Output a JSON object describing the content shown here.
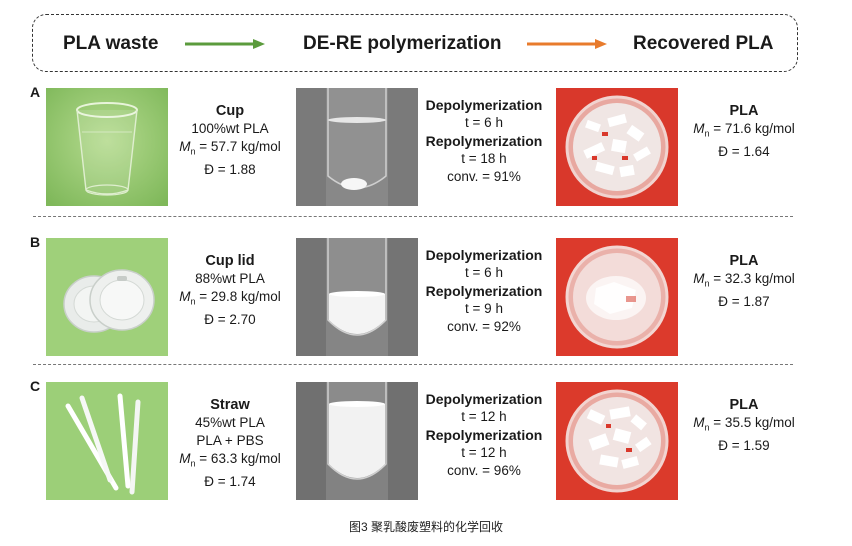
{
  "header": {
    "step1": "PLA waste",
    "step2": "DE-RE polymerization",
    "step3": "Recovered PLA",
    "arrow1_color": "#5b9b3c",
    "arrow2_color": "#e87b2c"
  },
  "rows": [
    {
      "letter": "A",
      "waste": {
        "title": "Cup",
        "composition": "100%wt PLA",
        "extra": "",
        "mn": "= 57.7 kg/mol",
        "d": "Đ = 1.88"
      },
      "process": {
        "depoly_label": "Depolymerization",
        "depoly_time": "t = 6 h",
        "repoly_label": "Repolymerization",
        "repoly_time": "t = 18 h",
        "conv": "conv. = 91%"
      },
      "product": {
        "title": "PLA",
        "mn": "= 71.6 kg/mol",
        "d": "Đ = 1.64"
      }
    },
    {
      "letter": "B",
      "waste": {
        "title": "Cup lid",
        "composition": "88%wt PLA",
        "extra": "",
        "mn": "= 29.8 kg/mol",
        "d": "Đ = 2.70"
      },
      "process": {
        "depoly_label": "Depolymerization",
        "depoly_time": "t = 6 h",
        "repoly_label": "Repolymerization",
        "repoly_time": "t = 9 h",
        "conv": "conv. = 92%"
      },
      "product": {
        "title": "PLA",
        "mn": "= 32.3 kg/mol",
        "d": "Đ = 1.87"
      }
    },
    {
      "letter": "C",
      "waste": {
        "title": "Straw",
        "composition": "45%wt PLA",
        "extra": "PLA + PBS",
        "mn": "= 63.3 kg/mol",
        "d": "Đ = 1.74"
      },
      "process": {
        "depoly_label": "Depolymerization",
        "depoly_time": "t = 12 h",
        "repoly_label": "Repolymerization",
        "repoly_time": "t = 12 h",
        "conv": "conv. = 96%"
      },
      "product": {
        "title": "PLA",
        "mn": "= 35.5 kg/mol",
        "d": "Đ = 1.59"
      }
    }
  ],
  "mn_symbol": "M",
  "mn_sub": "n",
  "caption": "图3 聚乳酸废塑料的化学回收",
  "colors": {
    "green_bg": "#8dc36a",
    "gray_bg": "#7d7d7d",
    "red_bg": "#d9382b"
  }
}
